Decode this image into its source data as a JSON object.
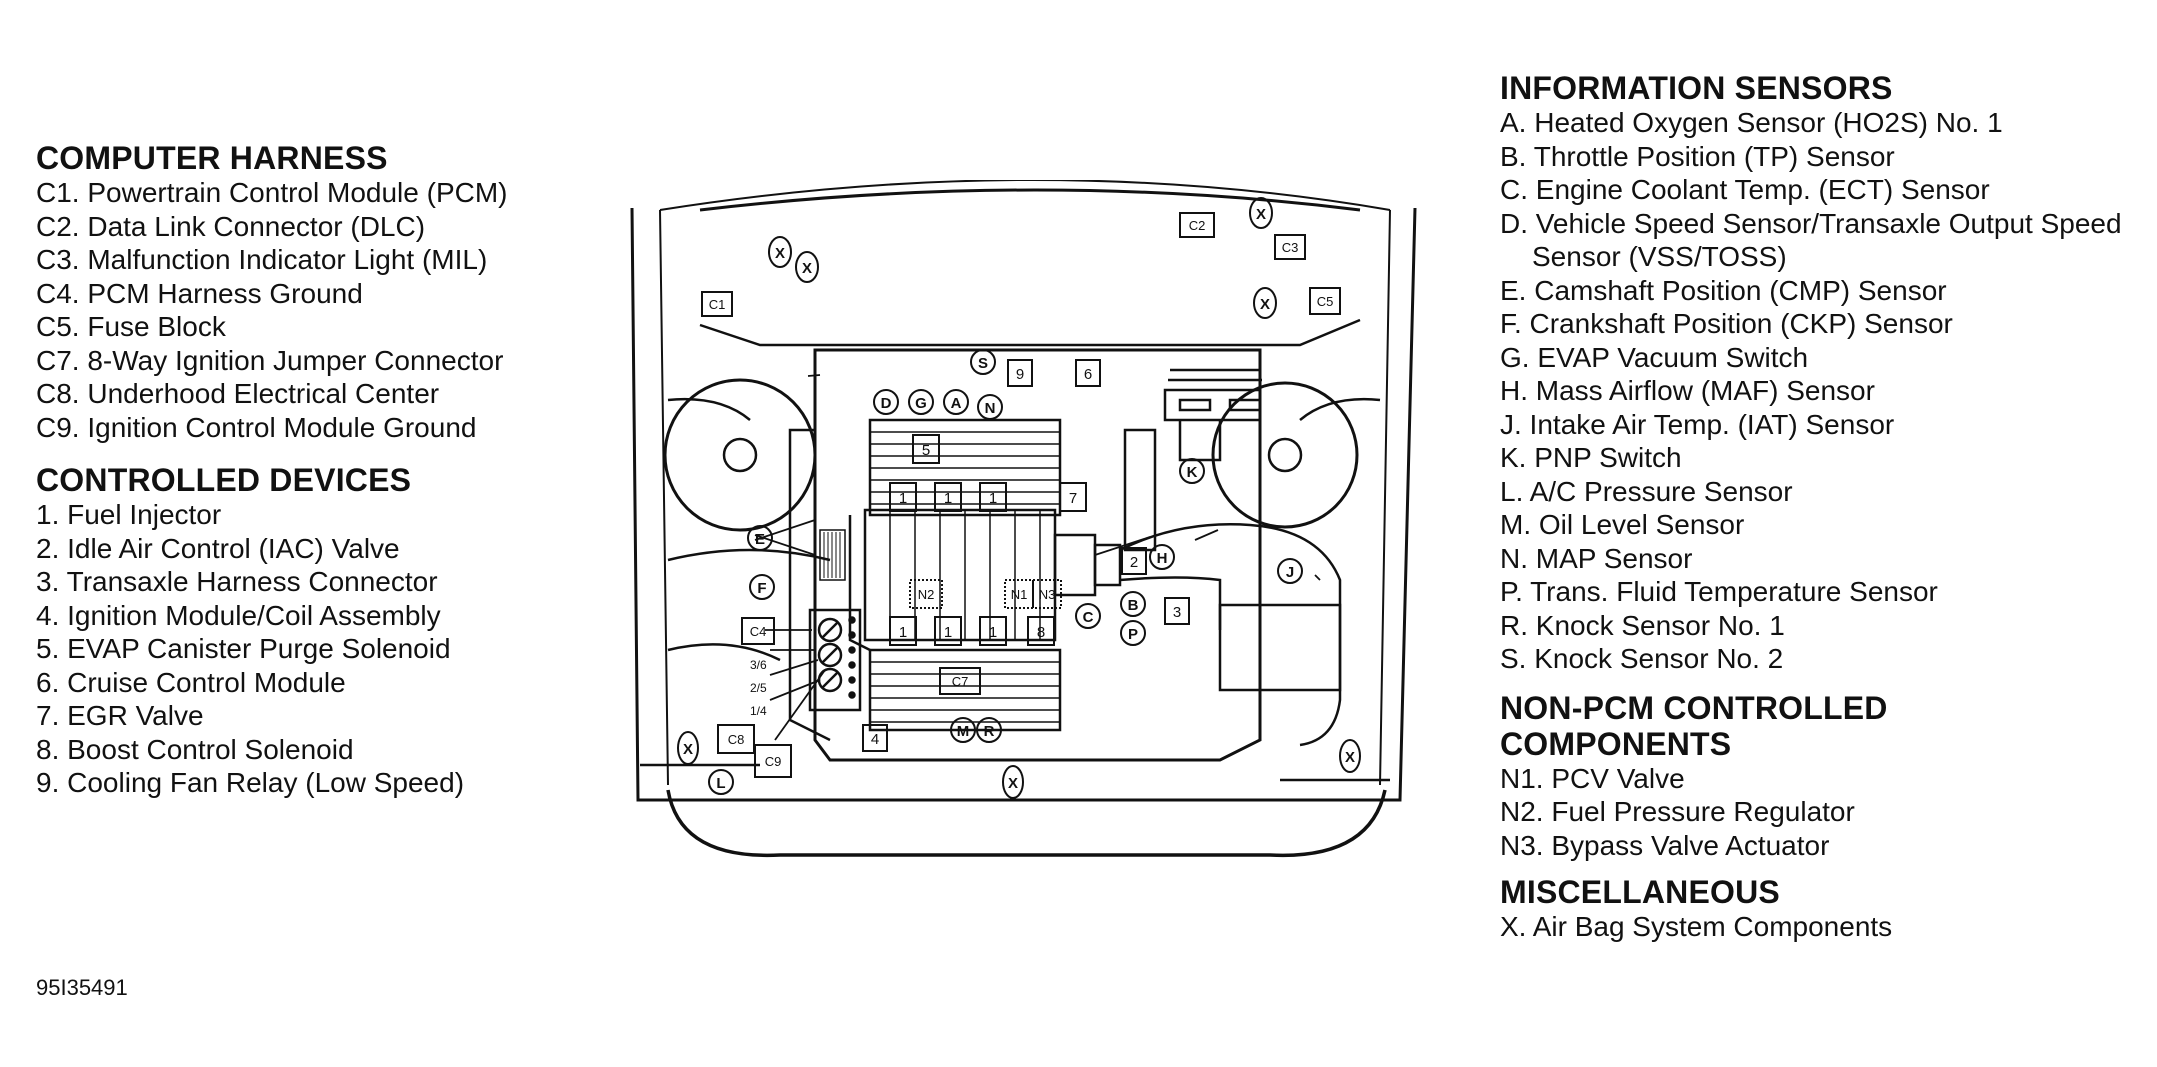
{
  "left_legend": {
    "computer_harness": {
      "title": "COMPUTER HARNESS",
      "items": [
        "C1. Powertrain Control Module (PCM)",
        "C2. Data Link Connector (DLC)",
        "C3. Malfunction Indicator Light (MIL)",
        "C4. PCM Harness Ground",
        "C5. Fuse Block",
        "C7. 8-Way Ignition Jumper Connector",
        "C8. Underhood Electrical Center",
        "C9. Ignition Control Module Ground"
      ]
    },
    "controlled_devices": {
      "title": "CONTROLLED DEVICES",
      "items": [
        "1. Fuel Injector",
        "2. Idle Air Control (IAC) Valve",
        "3. Transaxle Harness Connector",
        "4. Ignition Module/Coil Assembly",
        "5. EVAP Canister Purge Solenoid",
        "6. Cruise Control Module",
        "7. EGR Valve",
        "8. Boost Control Solenoid",
        "9. Cooling Fan Relay (Low Speed)"
      ]
    }
  },
  "right_legend": {
    "information_sensors": {
      "title": "INFORMATION SENSORS",
      "items": [
        "A. Heated Oxygen Sensor (HO2S) No. 1",
        "B. Throttle Position (TP) Sensor",
        "C. Engine Coolant Temp. (ECT) Sensor",
        "D. Vehicle Speed Sensor/Transaxle Output Speed Sensor (VSS/TOSS)",
        "E. Camshaft Position (CMP) Sensor",
        "F. Crankshaft Position (CKP) Sensor",
        "G. EVAP Vacuum Switch",
        "H. Mass Airflow (MAF) Sensor",
        "J. Intake Air Temp. (IAT) Sensor",
        "K. PNP Switch",
        "L. A/C Pressure Sensor",
        "M. Oil Level Sensor",
        "N. MAP Sensor",
        "P. Trans. Fluid Temperature Sensor",
        "R. Knock Sensor No. 1",
        "S. Knock Sensor No. 2"
      ]
    },
    "non_pcm": {
      "title_line1": "NON-PCM CONTROLLED",
      "title_line2": "COMPONENTS",
      "items": [
        "N1. PCV Valve",
        "N2. Fuel Pressure Regulator",
        "N3. Bypass Valve Actuator"
      ]
    },
    "miscellaneous": {
      "title": "MISCELLANEOUS",
      "items": [
        "X. Air Bag System Components"
      ]
    }
  },
  "figure_id": "95I35491",
  "diagram": {
    "box_labels": [
      "C1",
      "C2",
      "C3",
      "C4",
      "C5",
      "C7",
      "C8",
      "C9",
      "N1",
      "N2",
      "N3",
      "1",
      "2",
      "3",
      "4",
      "5",
      "6",
      "7",
      "8",
      "9"
    ],
    "circle_labels": [
      "A",
      "B",
      "C",
      "D",
      "E",
      "F",
      "G",
      "H",
      "J",
      "K",
      "L",
      "M",
      "N",
      "P",
      "R",
      "S",
      "X"
    ],
    "ignition_terminals": [
      "3/6",
      "2/5",
      "1/4"
    ]
  }
}
